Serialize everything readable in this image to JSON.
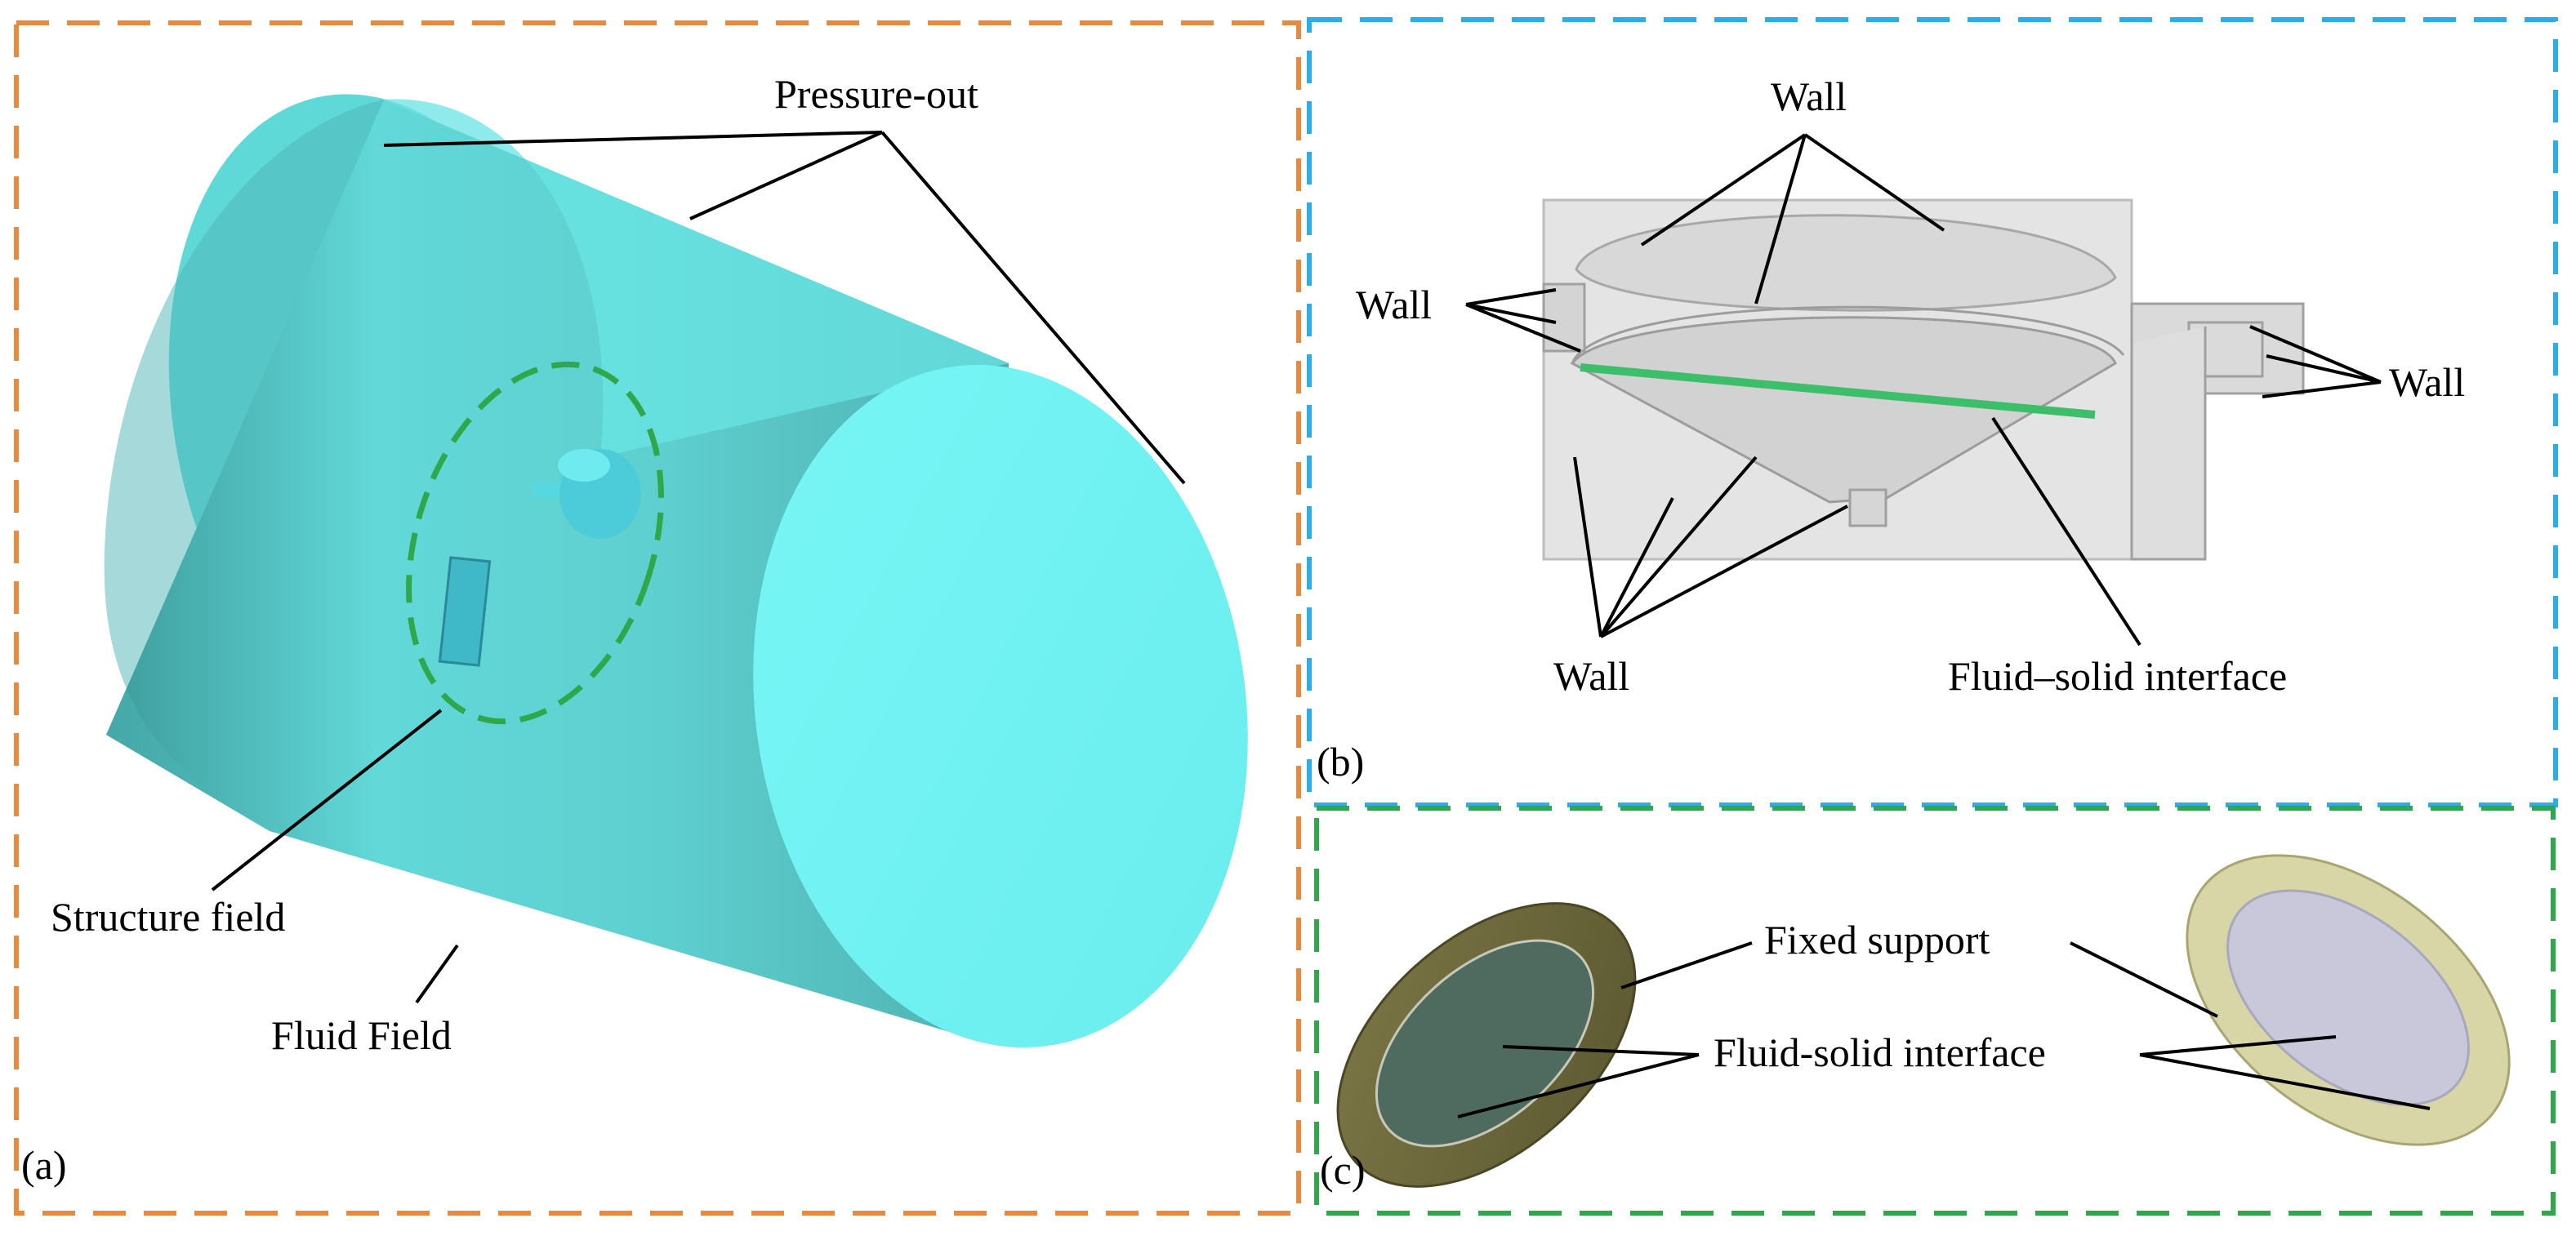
{
  "panel_a": {
    "tag": "(a)",
    "labels": {
      "pressure_out": "Pressure-out",
      "structure_field": "Structure field",
      "fluid_field": "Fluid Field"
    },
    "colors": {
      "frame": "#E8893B",
      "fluid": "#6FF2F2",
      "region": "#2EA84A"
    }
  },
  "panel_b": {
    "tag": "(b)",
    "labels": {
      "wall_top": "Wall",
      "wall_left": "Wall",
      "wall_right": "Wall",
      "wall_bottom": "Wall",
      "interface": "Fluid–solid interface"
    },
    "colors": {
      "frame": "#2BAEE8",
      "interface": "#3DBE6A"
    }
  },
  "panel_c": {
    "tag": "(c)",
    "labels": {
      "fixed_support": "Fixed support",
      "interface": "Fluid-solid interface"
    },
    "colors": {
      "frame": "#2EA84A",
      "ring_dark": "#6E6A3C",
      "ring_light": "#D8D6A6"
    }
  }
}
